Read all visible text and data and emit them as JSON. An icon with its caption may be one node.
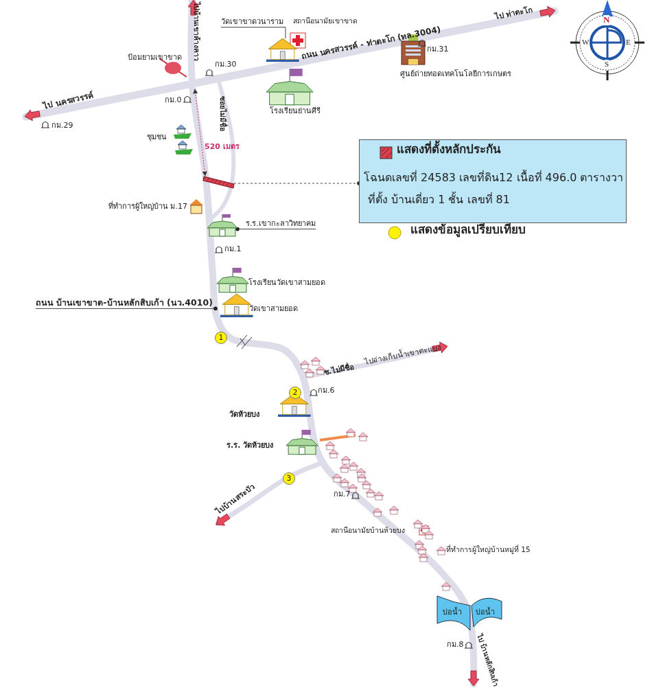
{
  "diagram": {
    "nodes": [
      {
        "text": [
          "วัดเขาขาดวนาราม"
        ]
      },
      {
        "text": [],
        "shape": "picture"
      },
      {
        "text": [
          "โฉนดเลขที่ 24583 เลขที่ดิน12 เนื้อที่ 496.0 ตารางวา",
          "ที่ตั้ง บ้านเดี่ยว 1 ชั้น เลขที่ 81"
        ]
      },
      {
        "text": [],
        "shape": "bar"
      },
      {
        "text": [
          "ร.ร.เขากะลาวิทยาคม"
        ]
      },
      {
        "text": [],
        "shape": "picture"
      },
      {
        "text": [
          "ถนน บ้านเขาขาด-บ้านหลักสิบเก้า (นว.4010)"
        ]
      },
      {
        "text": [
          "1"
        ]
      },
      {
        "text": [
          "2"
        ]
      },
      {
        "text": [
          "3"
        ]
      },
      {
        "text": [
          "บ่อน้ำ"
        ]
      },
      {
        "text": [
          "บ่อน้ำ"
        ]
      }
    ],
    "edges": [
      {
        "from": 0,
        "to": 1,
        "arrow": "none"
      },
      {
        "from": 3,
        "to": 2,
        "arrow": "other",
        "style": "dashed"
      },
      {
        "from": 4,
        "to": 5,
        "arrow": "other"
      },
      {
        "from": 6,
        "to": null,
        "arrow": "other"
      }
    ],
    "labels": [
      "ไปบ้านเขาค้างคาว",
      "สถานีอนามัยเขาขาด",
      "ไป ท่าตะโก",
      "ป้อมยามเขาขาด",
      "กม.30",
      "ถนน นครสวรรค์ - ท่าตะโก (ทล.3004)",
      "กม.31",
      "ไป นครสวรรค์",
      "กม.0",
      "ซอยไม่มีชื่อ",
      "โรงเรียนย่านศีรี",
      "ศูนย์ถ่ายทอดเทคโนโลยีการเกษตร",
      "กม.29",
      "ชุมชน",
      "520 เมตร",
      "ที่ทำการผู้ใหญ่บ้าน ม.17",
      "กม.1",
      "โรงเรียนวัดเขาสามยอด",
      "วัดเขาสามยอด",
      "ไปอ่างเก็บน้ำเขาตะแบง",
      "ซ.ไม่มีชื่อ",
      "กม.6",
      "วัดห้วยบง",
      "ร.ร. วัดห้วยบง",
      "ไปบ้านสระบัว",
      "กม.7",
      "สถานีอนามัยบ้านห้วยบง",
      "ที่ทำการผู้ใหญ่บ้านหมู่ที่ 15",
      "กม.8",
      "ไป บ้านหลักสิบเก้า",
      "N",
      "W",
      "E",
      "S"
    ],
    "legend": [
      {
        "text": "แสดงที่ตั้งหลักประกัน",
        "color": "#d9414f"
      },
      {
        "text": "แสดงข้อมูลเปรียบเทียบ",
        "color": "#fff200"
      }
    ]
  }
}
